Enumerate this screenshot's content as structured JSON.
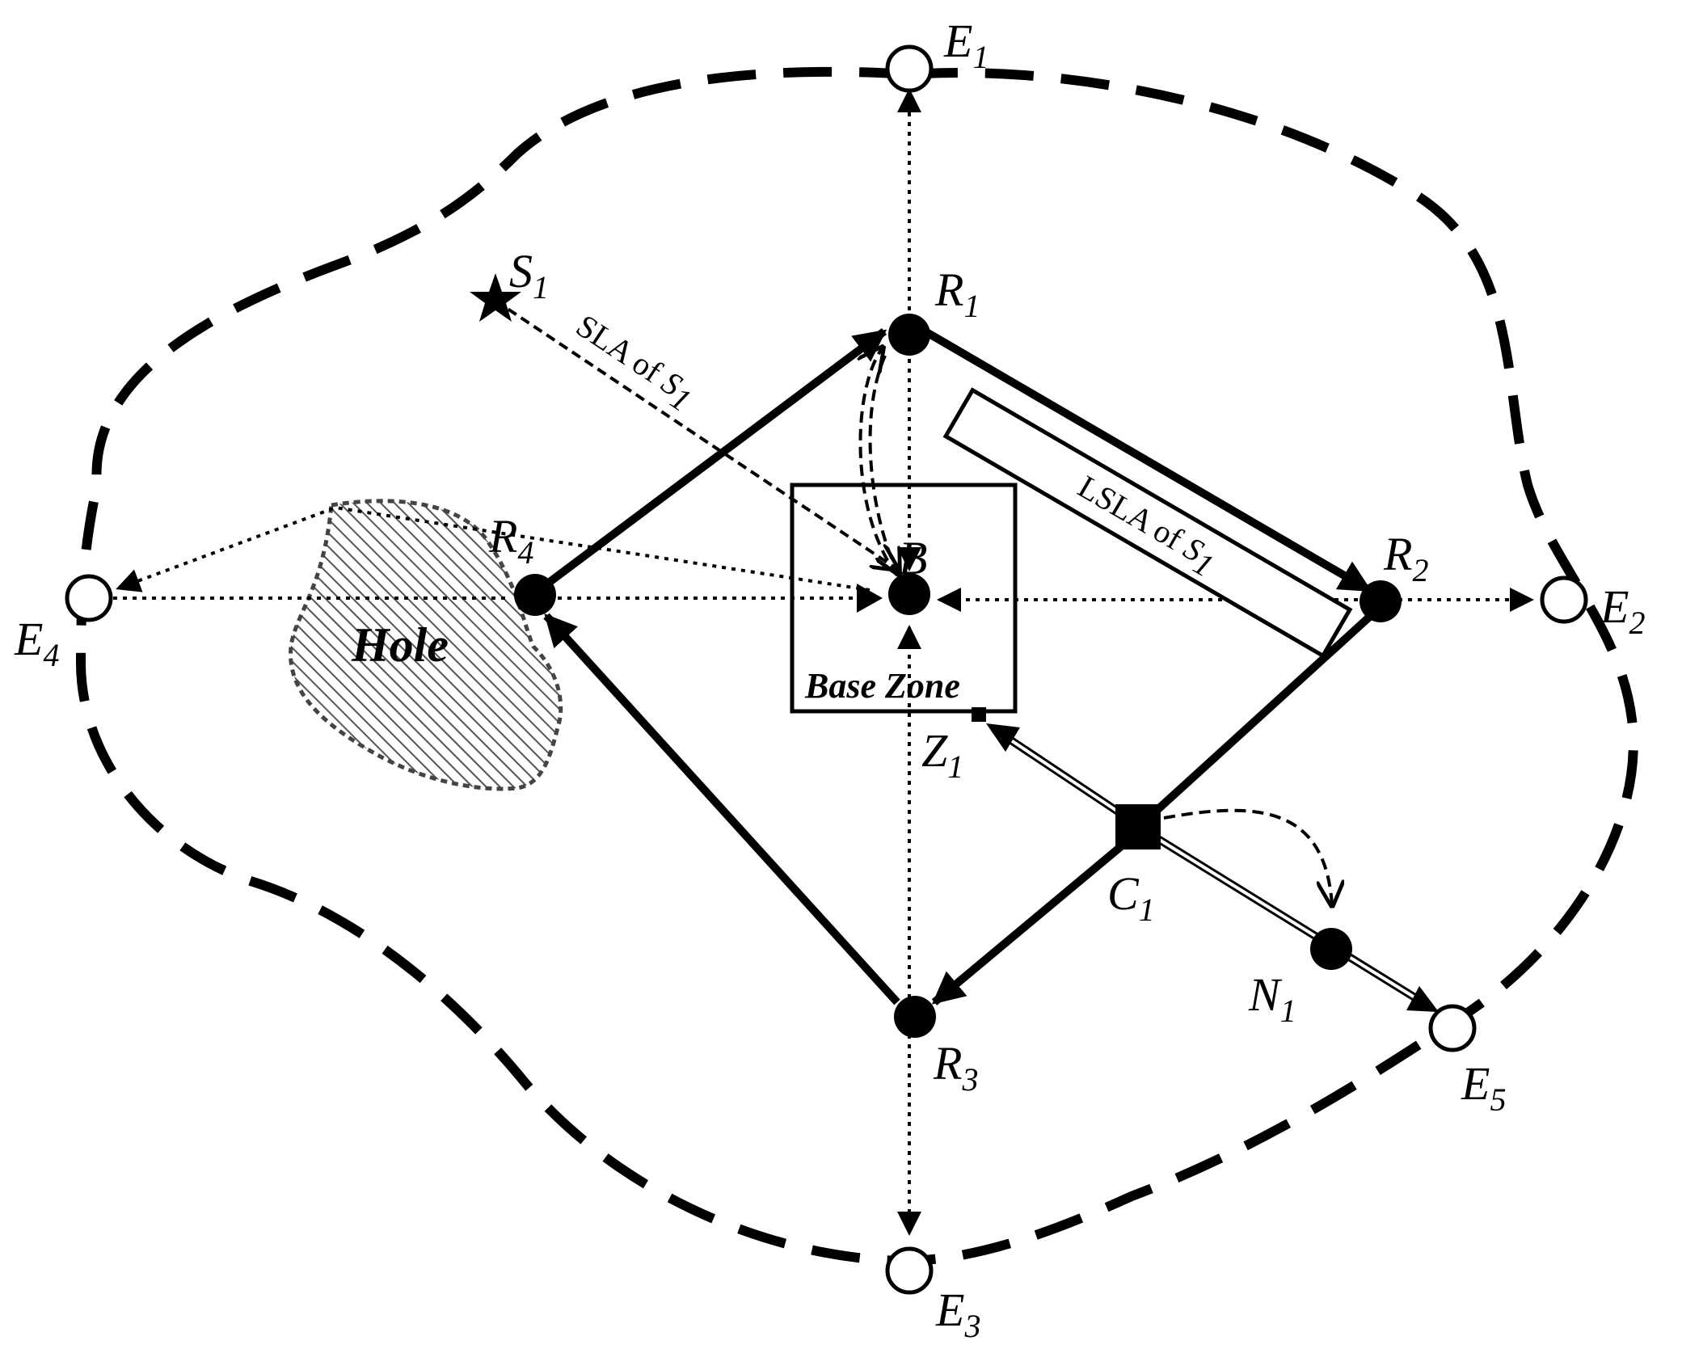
{
  "labels": {
    "E1": "E",
    "E1_sub": "1",
    "E2": "E",
    "E2_sub": "2",
    "E3": "E",
    "E3_sub": "3",
    "E4": "E",
    "E4_sub": "4",
    "E5": "E",
    "E5_sub": "5",
    "R1": "R",
    "R1_sub": "1",
    "R2": "R",
    "R2_sub": "2",
    "R3": "R",
    "R3_sub": "3",
    "R4": "R",
    "R4_sub": "4",
    "S1": "S",
    "S1_sub": "1",
    "B": "B",
    "Z1": "Z",
    "Z1_sub": "1",
    "C1": "C",
    "C1_sub": "1",
    "N1": "N",
    "N1_sub": "1"
  },
  "base_zone_label": "Base Zone",
  "hole_label": "Hole",
  "sla_label": "SLA of ",
  "sla_sub": "S",
  "sla_sub_index": "1",
  "lsla_label": "LSLA of ",
  "lsla_sub": "S",
  "lsla_sub_index": "1"
}
